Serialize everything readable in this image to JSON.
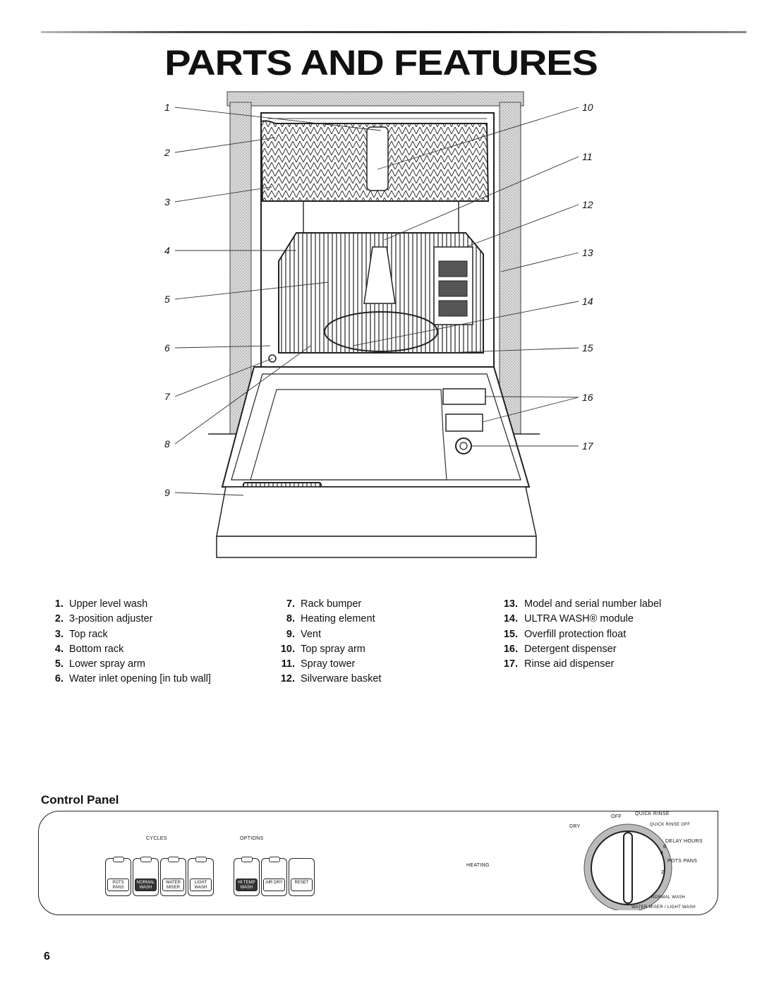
{
  "page": {
    "title": "PARTS AND FEATURES",
    "page_number": "6"
  },
  "callouts": [
    "1",
    "2",
    "3",
    "4",
    "5",
    "6",
    "7",
    "8",
    "9",
    "10",
    "11",
    "12",
    "13",
    "14",
    "15",
    "16",
    "17"
  ],
  "parts": {
    "col1": [
      {
        "num": "1.",
        "label": "Upper level wash"
      },
      {
        "num": "2.",
        "label": "3-position adjuster"
      },
      {
        "num": "3.",
        "label": "Top rack"
      },
      {
        "num": "4.",
        "label": "Bottom rack"
      },
      {
        "num": "5.",
        "label": "Lower spray arm"
      },
      {
        "num": "6.",
        "label": "Water inlet opening [in tub wall]"
      }
    ],
    "col2": [
      {
        "num": "7.",
        "label": "Rack bumper"
      },
      {
        "num": "8.",
        "label": "Heating element"
      },
      {
        "num": "9.",
        "label": "Vent"
      },
      {
        "num": "10.",
        "label": "Top spray arm"
      },
      {
        "num": "11.",
        "label": "Spray tower"
      },
      {
        "num": "12.",
        "label": "Silverware basket"
      }
    ],
    "col3": [
      {
        "num": "13.",
        "label": "Model and serial number label"
      },
      {
        "num": "14.",
        "label": "ULTRA WASH® module"
      },
      {
        "num": "15.",
        "label": "Overfill protection float"
      },
      {
        "num": "16.",
        "label": "Detergent dispenser"
      },
      {
        "num": "17.",
        "label": "Rinse aid dispenser"
      }
    ]
  },
  "control_panel": {
    "title": "Control Panel",
    "cycles_label": "Cycles",
    "options_label": "Options",
    "cycle_buttons": [
      "Pots Pans",
      "Normal Wash",
      "Water Miser",
      "Light Wash"
    ],
    "option_buttons": [
      "Hi Temp Wash",
      "Air Dry",
      "Reset"
    ],
    "heating_label": "Heating",
    "dial": {
      "off": "Off",
      "quick_rinse": "Quick Rinse",
      "dry": "Dry",
      "quick_rinse_off": "Quick Rinse Off",
      "delay_hours": "Delay Hours",
      "pots_pans": "Pots Pans",
      "normal_wash": "Normal Wash",
      "water_miser_light_wash": "Water Miser / Light Wash",
      "marks": [
        "6",
        "4",
        "2"
      ]
    }
  }
}
